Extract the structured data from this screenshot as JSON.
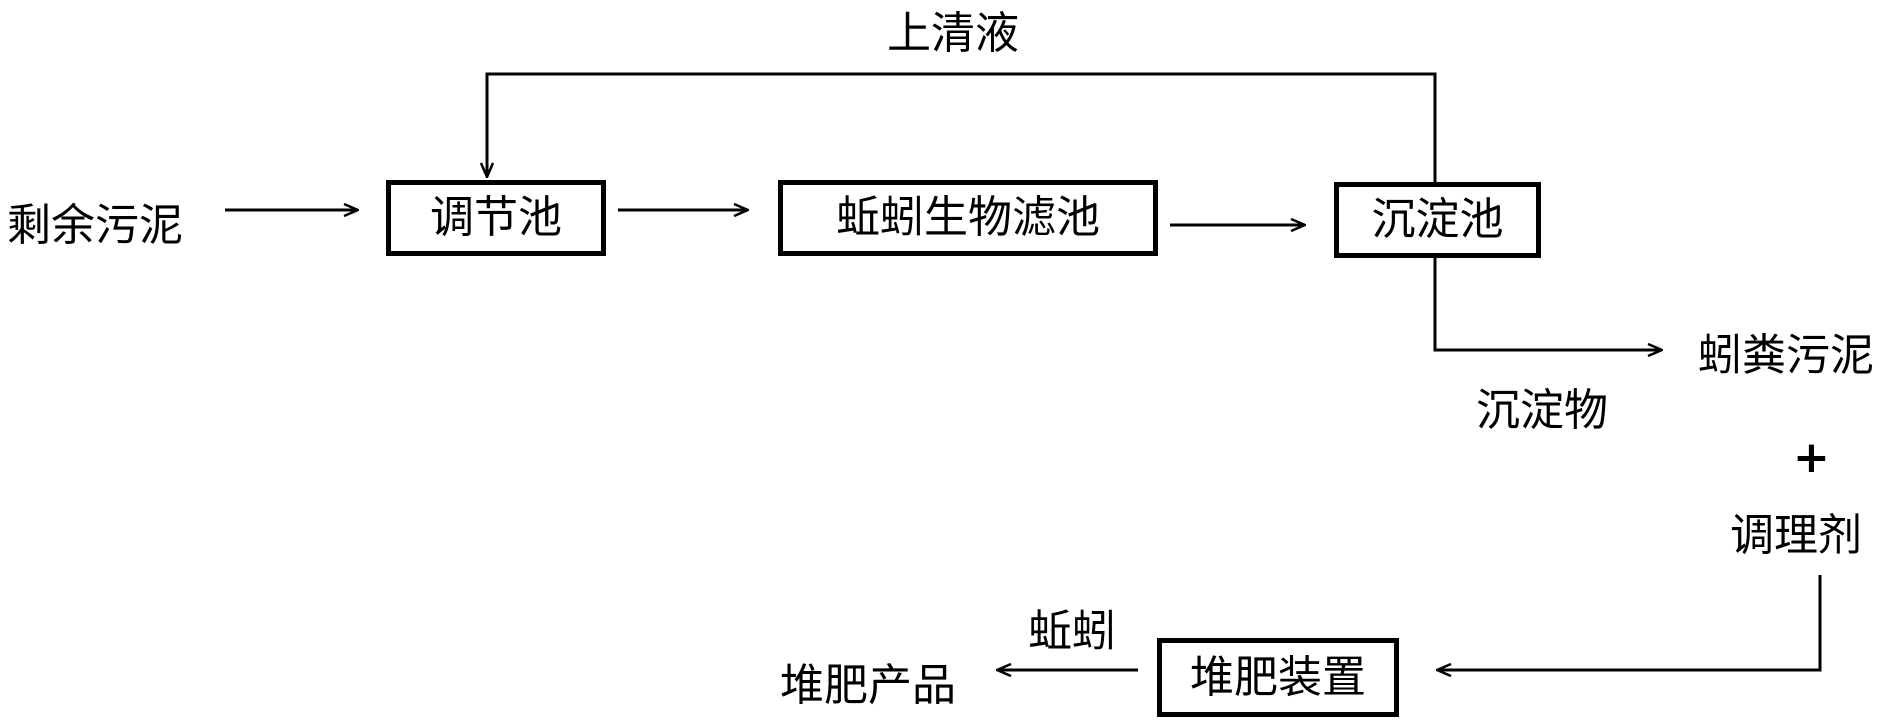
{
  "nodes": {
    "sludge_input": "剩余污泥",
    "regulating_tank": "调节池",
    "earthworm_biofilter": "蚯蚓生物滤池",
    "sedimentation_tank": "沉淀池",
    "earthworm_manure_sludge": "蚓粪污泥",
    "conditioner": "调理剂",
    "composting_device": "堆肥装置",
    "compost_product": "堆肥产品"
  },
  "edge_labels": {
    "supernatant": "上清液",
    "sediment": "沉淀物",
    "earthworm": "蚯蚓",
    "plus": "+"
  }
}
